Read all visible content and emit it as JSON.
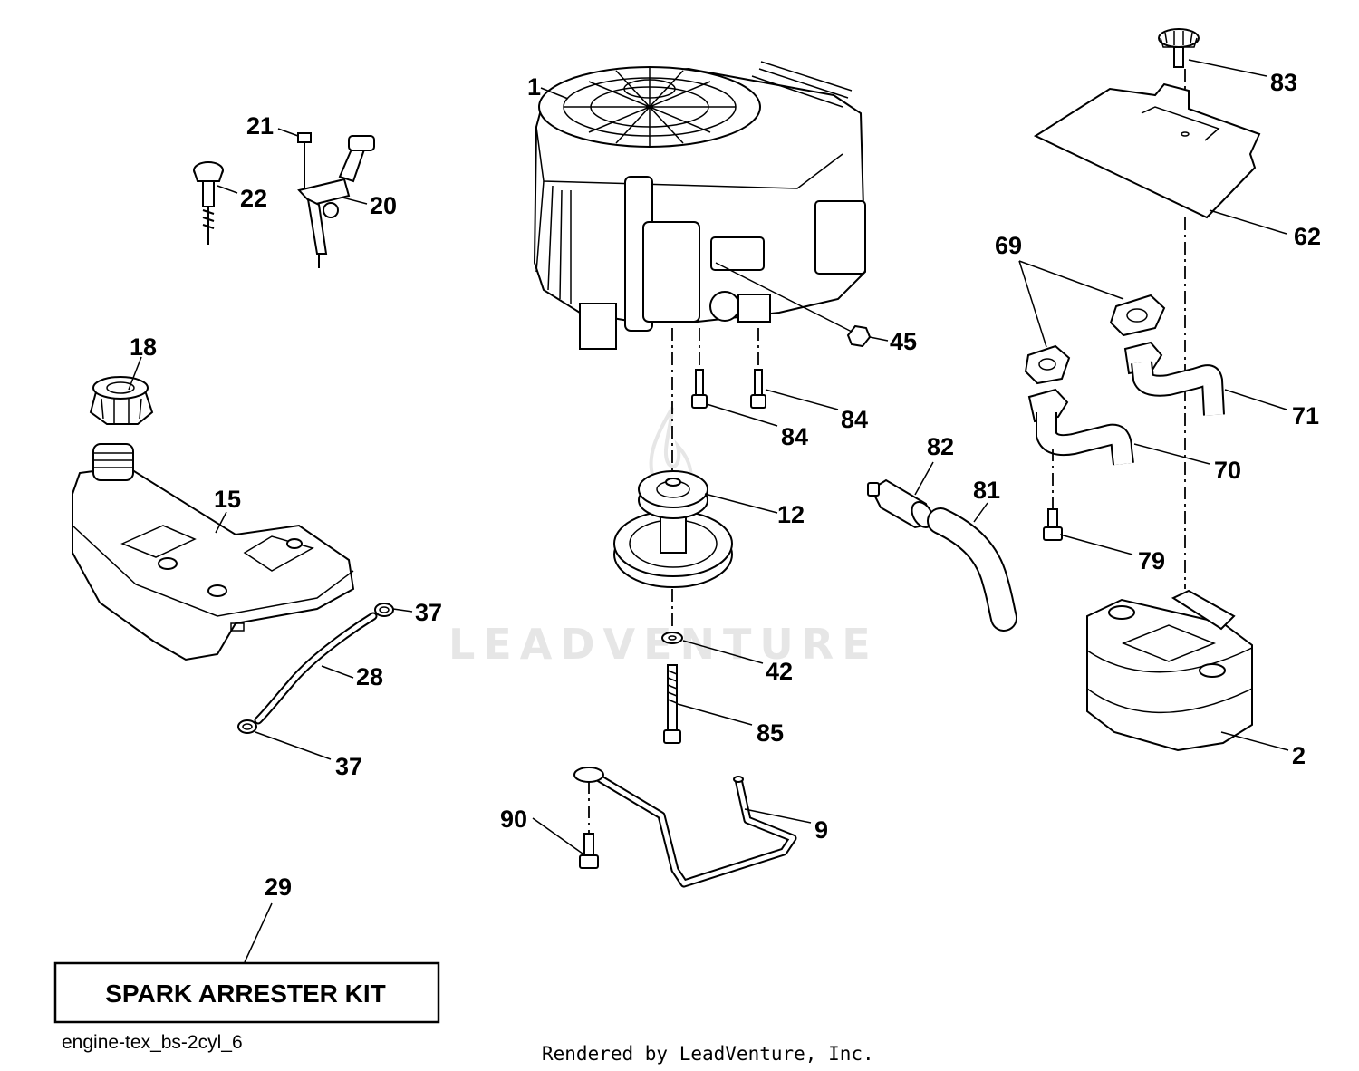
{
  "watermark": "LEADVENTURE",
  "kit_label": "SPARK ARRESTER KIT",
  "diagram_code": "engine-tex_bs-2cyl_6",
  "credit": "Rendered by LeadVenture, Inc.",
  "callouts": {
    "engine": "1",
    "muffler": "2",
    "fuel_line_tube": "9",
    "pulley": "12",
    "fuel_tank": "15",
    "fuel_cap": "18",
    "throttle_bracket": "20",
    "bracket_screw": "21",
    "choke_knob": "22",
    "fuel_hose": "28",
    "spark_arrester_kit": "29",
    "hose_clamp_top": "37",
    "hose_clamp_bottom": "37",
    "washer": "42",
    "nut": "45",
    "heat_shield": "62",
    "gasket": "69",
    "exhaust_pipe_left": "70",
    "exhaust_pipe_right": "71",
    "muffler_screw": "79",
    "oil_drain_hose": "81",
    "oil_drain_valve": "82",
    "shield_screw": "83",
    "engine_bolt_left": "84",
    "engine_bolt_right": "84",
    "pulley_bolt": "85",
    "tube_screw": "90"
  }
}
